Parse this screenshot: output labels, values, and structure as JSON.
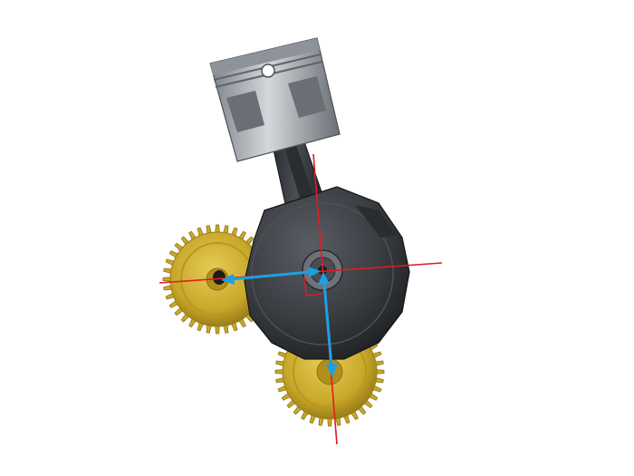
{
  "diagram": {
    "components": [
      "piston",
      "connecting-rod",
      "crankshaft-counterweight",
      "balancer-gear-left",
      "balancer-gear-bottom"
    ],
    "annotations": [
      "crank-axis-lines",
      "balancer-axis-lines",
      "distance-arrow-to-left-gear",
      "distance-arrow-to-bottom-gear",
      "right-angle-marker"
    ]
  },
  "colors": {
    "background": "#ffffff",
    "gear": "#c9a82a",
    "gear_dark": "#8f7414",
    "gear_light": "#e0c54e",
    "crank": "#3a3d42",
    "crank_dark": "#1f2124",
    "piston": "#a9adb3",
    "piston_dark": "#5e636a",
    "axis_line": "#e11b22",
    "arrow": "#1ba1e2"
  }
}
